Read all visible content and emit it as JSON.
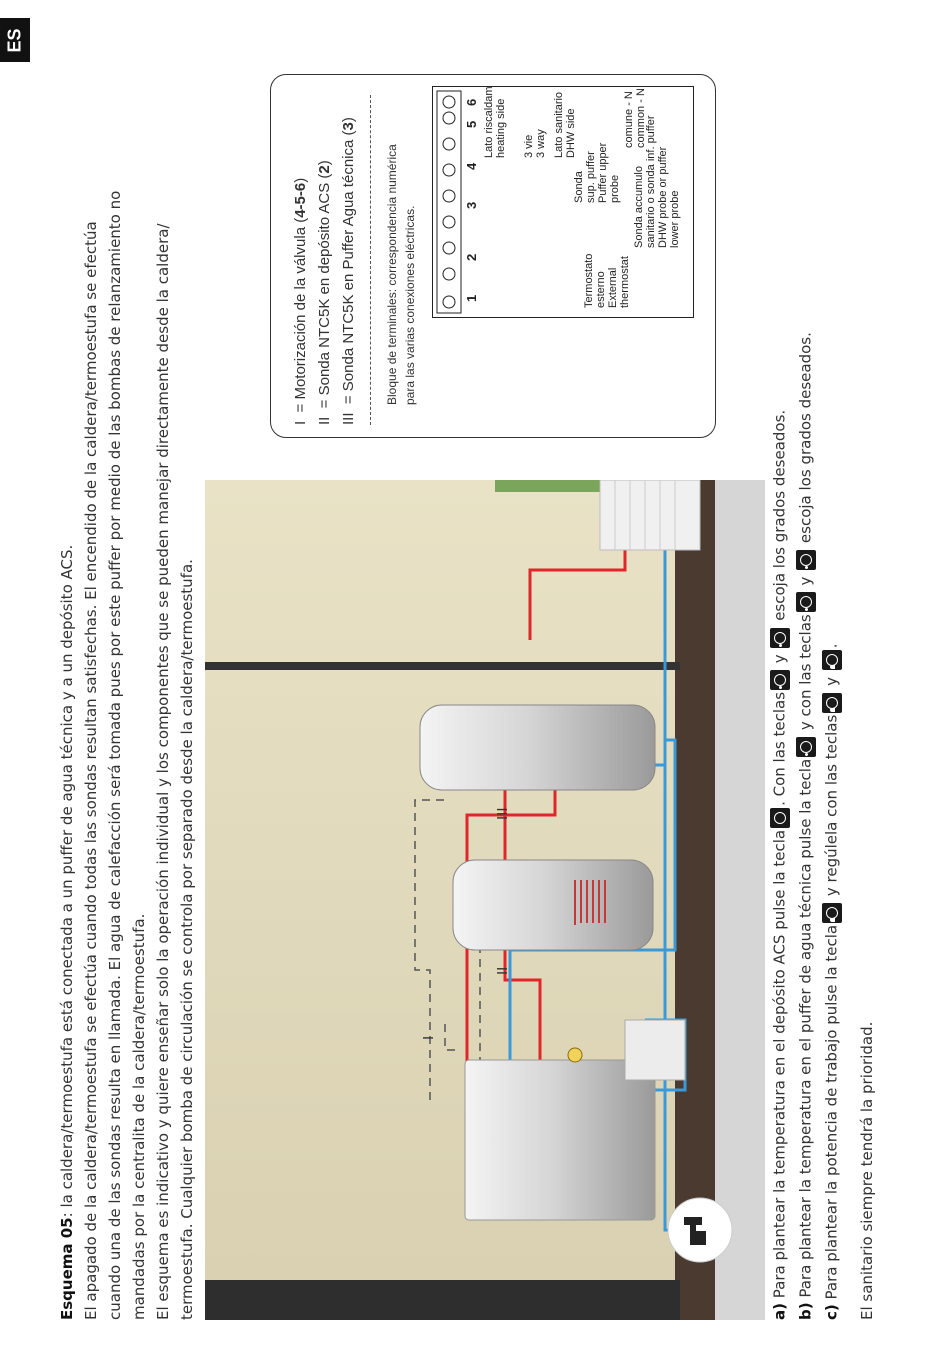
{
  "lang_tab": "ES",
  "intro": {
    "title": "Esquema 05",
    "line1": ": la caldera/termoestufa está conectada a un puffer de agua técnica y a un depósito ACS.",
    "line2": "El apagado de la caldera/termoestufa se efectúa cuando todas las sondas resultan satisfechas. El encendido de la caldera/termoestufa se efectúa",
    "line3": "cuando una de las sondas resulta en llamada. El agua de calefacción será tomada pues por este puffer por medio de las bombas de relanzamiento no",
    "line4": "mandadas por la centralita de la caldera/termoestufa.",
    "line5": "El esquema es indicativo y quiere enseñar solo la operación individual y los componentes que se pueden manejar directamente desde la caldera/",
    "line6": "termoestufa. Cualquier bomba de circulación se controla  por separado desde la caldera/termoestufa."
  },
  "diagram_labels": {
    "I": "I",
    "II": "II",
    "III": "III"
  },
  "legend": {
    "item1_key": "I",
    "item1_text": "= Motorización de la válvula (",
    "item1_bold": "4-5-6",
    "item1_end": ")",
    "item2_key": "II",
    "item2_text": "= Sonda NTC5K en depósito ACS (",
    "item2_bold": "2",
    "item2_end": ")",
    "item3_key": "III",
    "item3_text": "= Sonda NTC5K en Puffer Agua técnica (",
    "item3_bold": "3",
    "item3_end": ")",
    "note_line1": "Bloque de terminales: correspondencia numérica",
    "note_line2": "para las varias conexiones eléctricas."
  },
  "terminal_block": {
    "numbers": [
      "1",
      "2",
      "3",
      "4",
      "5",
      "6"
    ],
    "thermostat": [
      "Termostato",
      "esterno",
      "External",
      "thermostat"
    ],
    "dhw_probe": [
      "Sonda accumulo",
      "sanitario o sonda inf. puffer",
      "DHW probe or puffer",
      "lower probe"
    ],
    "puffer_probe": [
      "Sonda",
      "sup. puffer",
      "Puffer upper",
      "probe"
    ],
    "valve": [
      "3 vie",
      "3 way"
    ],
    "heating": [
      "Lato riscaldam.",
      "heating side"
    ],
    "dhw_side": [
      "Lato sanitario",
      "DHW side"
    ],
    "common": [
      "comune - N",
      "common - N"
    ]
  },
  "instructions": {
    "a_label": "a)",
    "a_text1": " Para plantear la temperatura en el depósito ACS pulse la tecla",
    "a_text2": ". Con las teclas",
    "a_text3": " y ",
    "a_text4": " escoja los grados deseados.",
    "b_label": "b)",
    "b_text1": " Para plantear la temperatura en el puffer de agua técnica pulse la tecla",
    "b_text2": " y con las teclas",
    "b_text3": " y ",
    "b_text4": " escoja los grados deseados.",
    "c_label": "c)",
    "c_text1": " Para plantear la potencia de trabajo pulse la tecla",
    "c_text2": " y regúlela con las teclas",
    "c_text3": " y ",
    "c_text4": ".",
    "footer": "El sanitario siempre tendrá la prioridad."
  },
  "colors": {
    "hot_pipe": "#e0262b",
    "cold_pipe": "#3a9ad9",
    "wall": "#e3dcbf",
    "floor": "#4a3a30"
  }
}
